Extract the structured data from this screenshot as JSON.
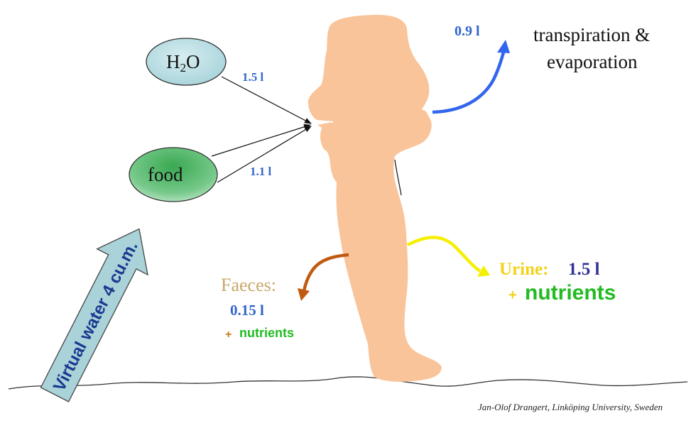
{
  "inputs": {
    "water": {
      "label_main": "H",
      "label_sub": "2",
      "label_tail": "O",
      "amount": "1.5 l"
    },
    "food": {
      "label": "food",
      "amount": "1.1 l"
    },
    "virtual_water": {
      "label": "Virtual  water 4 cu.m."
    }
  },
  "outputs": {
    "transpiration": {
      "amount": "0.9 l",
      "label_line1": "transpiration &",
      "label_line2": "evaporation"
    },
    "urine": {
      "label": "Urine:",
      "amount": "1.5 l",
      "plus": "+",
      "nutrients": "nutrients"
    },
    "faeces": {
      "label": "Faeces:",
      "amount": "0.15 l",
      "plus": "+",
      "nutrients": "nutrients"
    }
  },
  "credit": "Jan-Olof Drangert, Linköping University, Sweden",
  "colors": {
    "body": "#f9c499",
    "water_bubble": "#b5dde3",
    "food_bubble": "#3fad5b",
    "virtual_arrow": "#a9d3d9",
    "virtual_text": "#1a3a8f",
    "transpiration_arrow": "#3366ee",
    "urine_arrow": "#f5f000",
    "faeces_arrow": "#c05a10",
    "amount_blue": "#3366cc",
    "urine_label": "#f2d21b",
    "nutrients_green": "#22bb22",
    "faeces_label": "#c9a86a"
  }
}
